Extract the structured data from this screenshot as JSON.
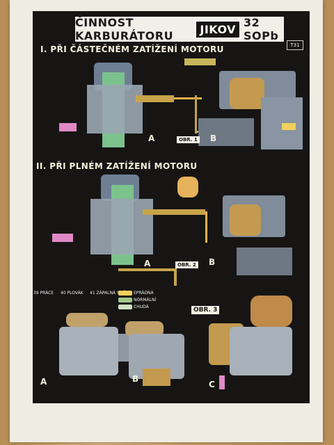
{
  "poster": {
    "title_left": "ČINNOST KARBURÁTORU",
    "logo": "JIKOV",
    "title_right": "32 SOPb",
    "code": "T31"
  },
  "sections": [
    "I. PŘI ČÁSTEČNÉM ZATÍŽENÍ MOTORU",
    "II. PŘI PLNÉM ZATÍŽENÍ MOTORU"
  ],
  "figures": [
    {
      "label": "OBR. 1",
      "letters": [
        "A",
        "B"
      ]
    },
    {
      "label": "OBR. 2",
      "letters": [
        "A",
        "B"
      ]
    },
    {
      "label": "OBR. 3",
      "letters": [
        "A",
        "B",
        "C"
      ]
    }
  ],
  "legend": [
    "39 PRÁCE",
    "40 PLOVÁK",
    "41 ZÁPALNÁ SMĚS",
    "EPRÁDNÁ",
    "NORMÁLNÍ",
    "CHUDÁ"
  ]
}
